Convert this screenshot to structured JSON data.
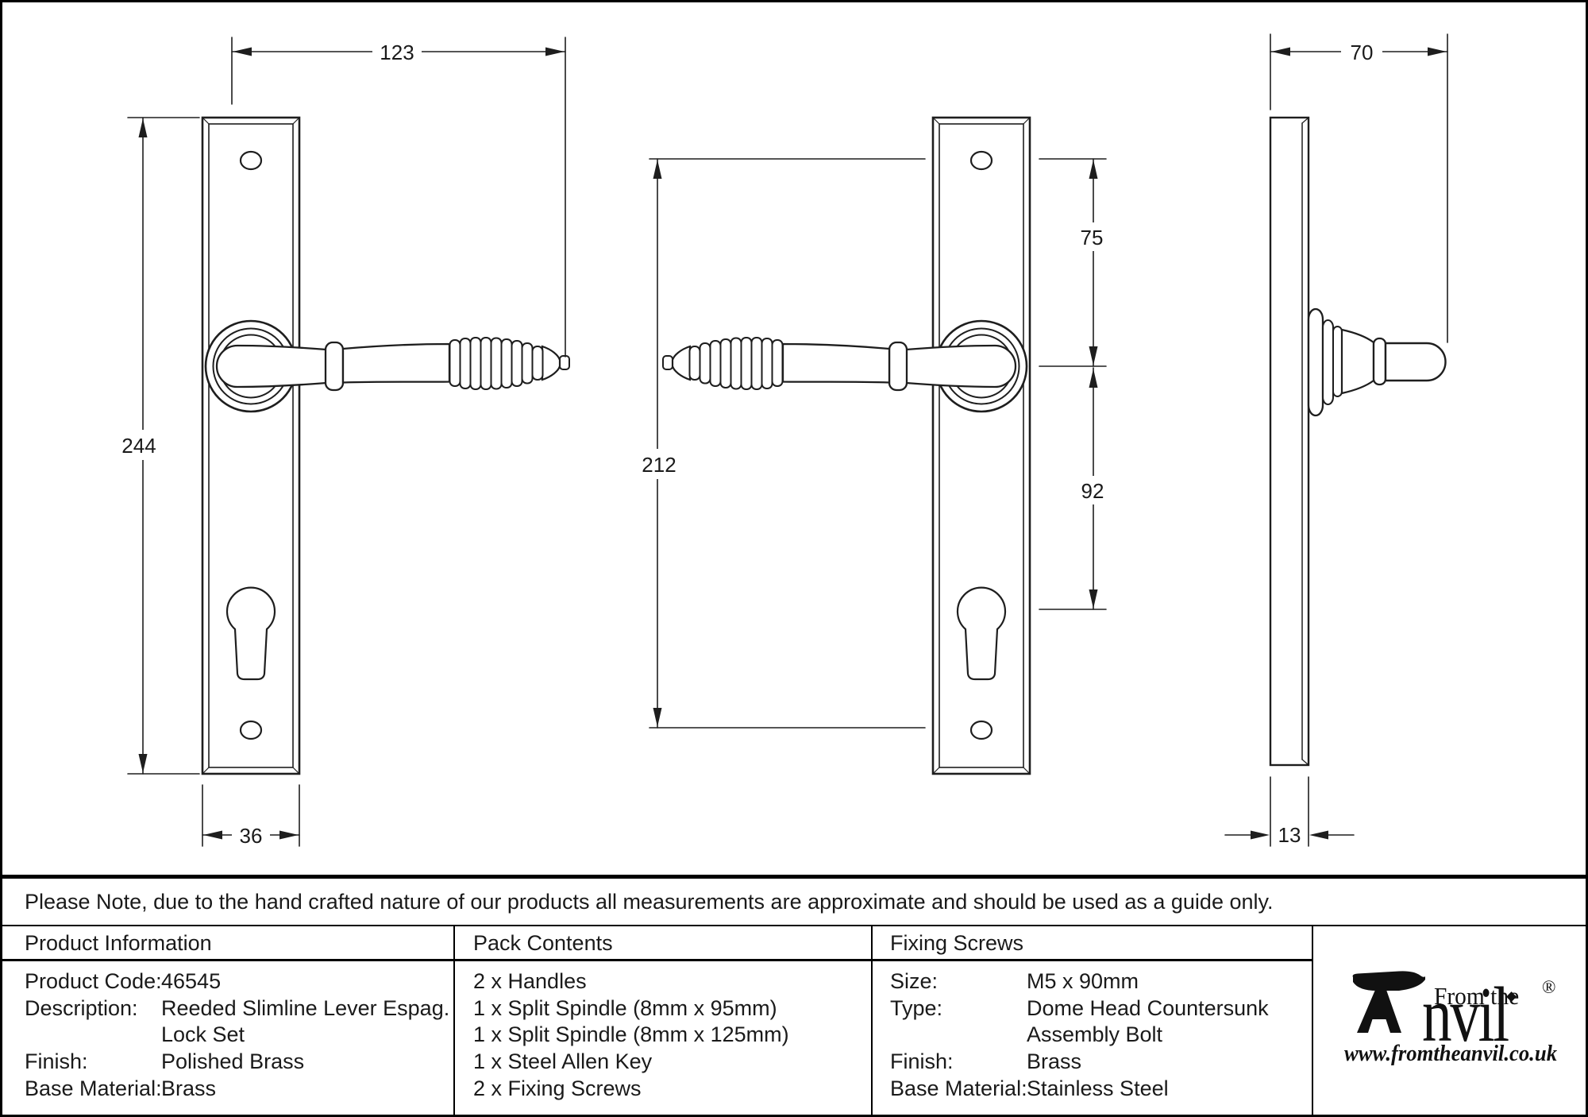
{
  "dimensions": {
    "overall_width": "123",
    "plate_height": "244",
    "plate_width": "36",
    "screw_centres": "212",
    "handle_to_top_screw": "75",
    "handle_to_keyhole": "92",
    "projection": "70",
    "plate_thickness": "13"
  },
  "note": "Please Note, due to the hand crafted nature of our products all measurements are approximate and should be used as a guide only.",
  "table": {
    "product_information": {
      "header": "Product Information",
      "rows": [
        {
          "label": "Product Code:",
          "value": "46545"
        },
        {
          "label": "Description:",
          "value": "Reeded Slimline Lever Espag."
        },
        {
          "label": "",
          "value": "Lock Set"
        },
        {
          "label": "Finish:",
          "value": "Polished Brass"
        },
        {
          "label": "Base Material:",
          "value": "Brass"
        }
      ]
    },
    "pack_contents": {
      "header": "Pack Contents",
      "items": [
        "2 x Handles",
        "1 x Split Spindle (8mm x 95mm)",
        "1 x Split Spindle (8mm x 125mm)",
        "1 x Steel Allen Key",
        "2 x Fixing Screws"
      ]
    },
    "fixing_screws": {
      "header": "Fixing Screws",
      "rows": [
        {
          "label": "Size:",
          "value": "M5 x 90mm"
        },
        {
          "label": "Type:",
          "value": "Dome Head Countersunk"
        },
        {
          "label": "",
          "value": "Assembly Bolt"
        },
        {
          "label": "Finish:",
          "value": "Brass"
        },
        {
          "label": "Base Material:",
          "value": "Stainless Steel"
        }
      ]
    }
  },
  "logo": {
    "from_the": "From the",
    "diamond": "◆",
    "anvil": "nvil",
    "registered": "®",
    "website": "www.fromtheanvil.co.uk"
  },
  "colors": {
    "line": "#1e1e1e",
    "background": "#ffffff"
  }
}
